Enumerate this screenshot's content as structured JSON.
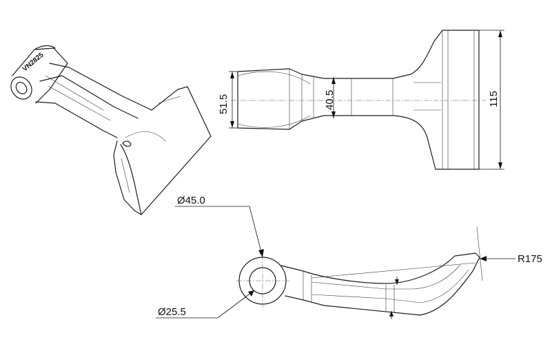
{
  "part_marking": "VN2825",
  "dimensions": {
    "height_total": "51.5",
    "neck_height": "40.5",
    "blade_length": "115",
    "outer_diameter": "Ø45.0",
    "inner_diameter": "Ø25.5",
    "bend_radius": "R175"
  },
  "colors": {
    "background": "#ffffff",
    "line": "#1a1a1a"
  }
}
